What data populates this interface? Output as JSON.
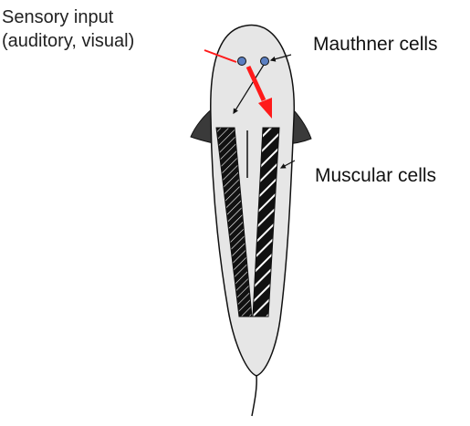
{
  "labels": {
    "sensory_line1": "Sensory input",
    "sensory_line2": "(auditory, visual)",
    "mauthner": "Mauthner cells",
    "muscular": "Muscular cells"
  },
  "colors": {
    "body_fill": "#e6e6e6",
    "outline": "#111111",
    "fin_fill": "#3a3a3a",
    "cell_fill": "#5b7fc2",
    "signal_arrow": "#ff1a1a",
    "muscle_fill": "#111111",
    "muscle_stripe": "#ffffff"
  }
}
